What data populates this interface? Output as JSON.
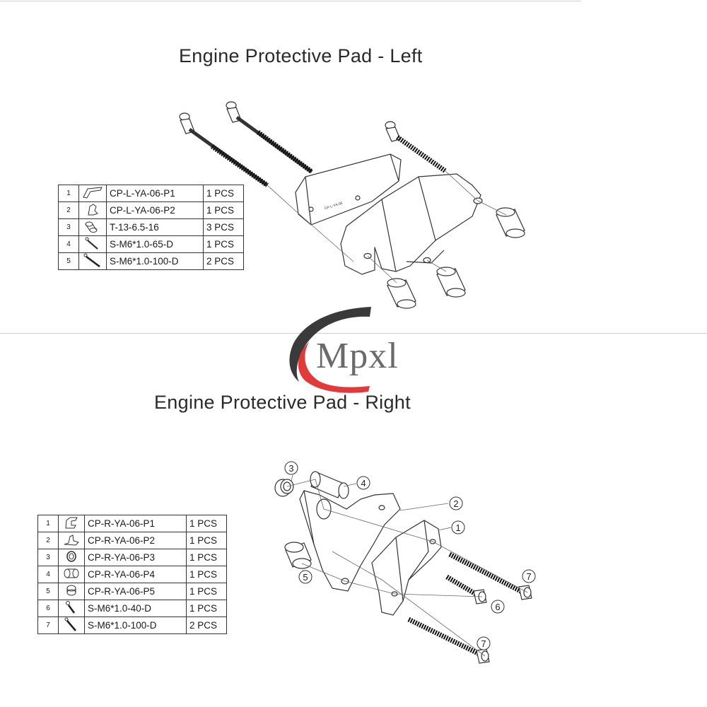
{
  "left_section": {
    "title": "Engine Protective Pad - Left",
    "parts": [
      {
        "index": "1",
        "icon": "bracket-part-icon",
        "code": "CP-L-YA-06-P1",
        "qty": "1 PCS"
      },
      {
        "index": "2",
        "icon": "bracket-small-part-icon",
        "code": "CP-L-YA-06-P2",
        "qty": "1 PCS"
      },
      {
        "index": "3",
        "icon": "spacer-tube-icon",
        "code": "T-13-6.5-16",
        "qty": "3 PCS"
      },
      {
        "index": "4",
        "icon": "short-bolt-icon",
        "code": "S-M6*1.0-65-D",
        "qty": "1 PCS"
      },
      {
        "index": "5",
        "icon": "long-bolt-icon",
        "code": "S-M6*1.0-100-D",
        "qty": "2 PCS"
      }
    ]
  },
  "right_section": {
    "title": "Engine Protective Pad - Right",
    "parts": [
      {
        "index": "1",
        "icon": "bracket-part-icon",
        "code": "CP-R-YA-06-P1",
        "qty": "1 PCS"
      },
      {
        "index": "2",
        "icon": "bracket-small-part-icon",
        "code": "CP-R-YA-06-P2",
        "qty": "1 PCS"
      },
      {
        "index": "3",
        "icon": "washer-ring-icon",
        "code": "CP-R-YA-06-P3",
        "qty": "1 PCS"
      },
      {
        "index": "4",
        "icon": "spacer-tube-icon",
        "code": "CP-R-YA-06-P4",
        "qty": "1 PCS"
      },
      {
        "index": "5",
        "icon": "spacer-ring-icon",
        "code": "CP-R-YA-06-P5",
        "qty": "1 PCS"
      },
      {
        "index": "6",
        "icon": "short-bolt-icon",
        "code": "S-M6*1.0-40-D",
        "qty": "1 PCS"
      },
      {
        "index": "7",
        "icon": "long-bolt-icon",
        "code": "S-M6*1.0-100-D",
        "qty": "2 PCS"
      }
    ],
    "callouts": [
      "3",
      "4",
      "2",
      "1",
      "5",
      "7",
      "6",
      "7"
    ]
  },
  "watermark": {
    "text": "Mpxl",
    "colors": {
      "swoosh_dark": "#3a3a3a",
      "swoosh_red": "#e23a3a",
      "text": "#6a6a6a"
    }
  }
}
